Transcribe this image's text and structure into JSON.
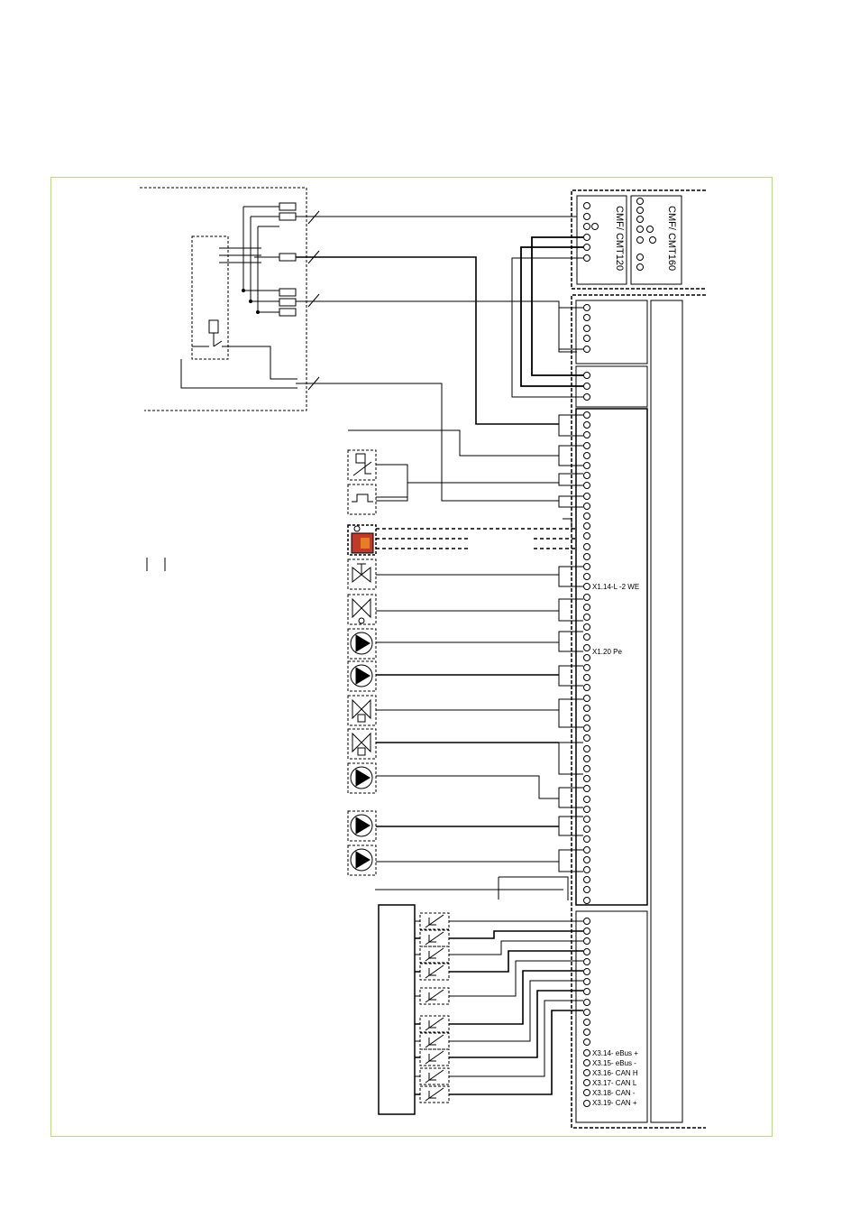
{
  "colors": {
    "frame": "#b9d98a",
    "line": "#000000",
    "accent_red": "#c0392b",
    "accent_orange": "#e67e22"
  },
  "modules": {
    "cmf_120": "CMF/ CMT120",
    "cmf_160": "CMF/ CMT160"
  },
  "terminals": {
    "x1_14": "X1.14-L -2 WE",
    "x1_20": "X1.20 Pe",
    "x3": [
      "X3.14- eBus +",
      "X3.15- eBus -",
      "X3.16- CAN H",
      "X3.17- CAN L",
      "X3.18- CAN -",
      "X3.19- CAN +"
    ]
  },
  "icons": [
    "thermostat-icon",
    "pulse-signal-icon",
    "heater-element-icon",
    "three-way-valve-icon",
    "three-way-valve-icon",
    "pump-icon",
    "pump-icon",
    "three-way-valve-icon",
    "three-way-valve-icon",
    "pump-icon",
    "pump-icon",
    "pump-icon",
    "sensor-icon"
  ]
}
